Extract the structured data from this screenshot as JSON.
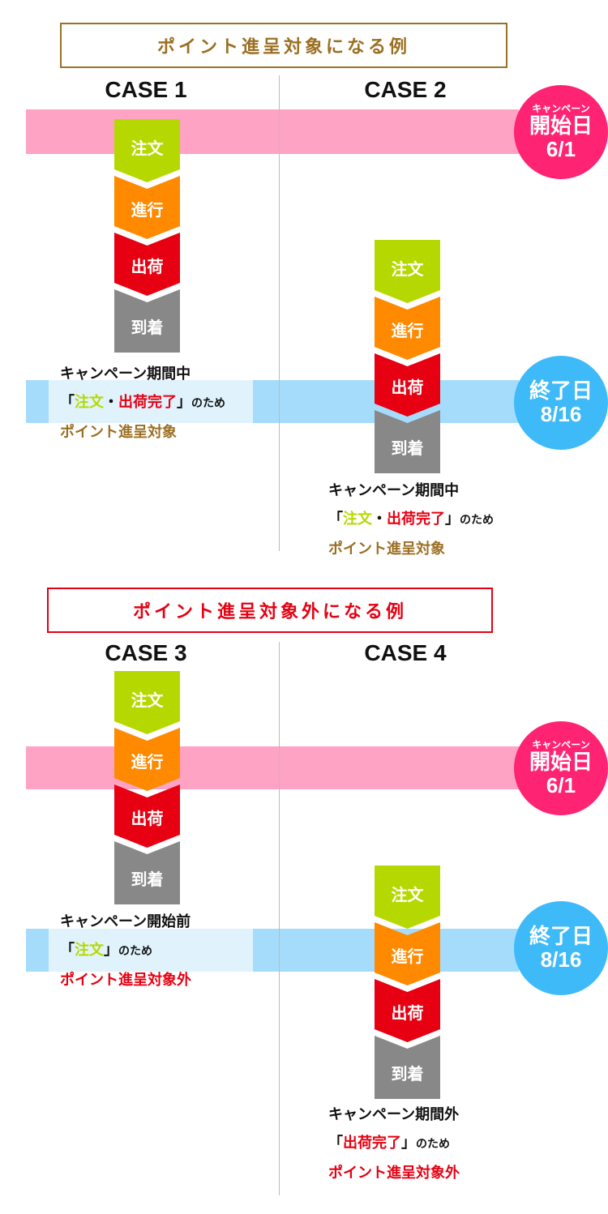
{
  "colors": {
    "order": "#b5d900",
    "progress": "#ff8a00",
    "ship": "#e60012",
    "arrive": "#888888",
    "eligible": "#9b6f22",
    "ineligible": "#e60012",
    "start_circle": "#ff2473",
    "end_circle": "#3fbaf9",
    "start_band": "#fea3c4",
    "end_band": "#a6dcfb"
  },
  "steps": [
    "注文",
    "進行",
    "出荷",
    "到着"
  ],
  "sections": [
    {
      "title": "ポイント進呈対象になる例",
      "cases": [
        {
          "label": "CASE 1",
          "note": {
            "line1": "キャンペーン期間中",
            "open": "「",
            "seg": [
              {
                "text": "注文",
                "c": "order"
              },
              {
                "text": "・",
                "c": "black"
              },
              {
                "text": "出荷完了",
                "c": "ship"
              }
            ],
            "close": "」",
            "tail": "のため",
            "line3": "ポイント進呈対象"
          }
        },
        {
          "label": "CASE 2",
          "note": {
            "line1": "キャンペーン期間中",
            "open": "「",
            "seg": [
              {
                "text": "注文",
                "c": "order"
              },
              {
                "text": "・",
                "c": "black"
              },
              {
                "text": "出荷完了",
                "c": "ship"
              }
            ],
            "close": "」",
            "tail": "のため",
            "line3": "ポイント進呈対象"
          }
        }
      ]
    },
    {
      "title": "ポイント進呈対象外になる例",
      "cases": [
        {
          "label": "CASE 3",
          "note": {
            "line1": "キャンペーン開始前",
            "open": "「",
            "seg": [
              {
                "text": "注文",
                "c": "order"
              }
            ],
            "close": "」",
            "tail": "のため",
            "line3": "ポイント進呈対象外"
          }
        },
        {
          "label": "CASE 4",
          "note": {
            "line1": "キャンペーン期間外",
            "open": "「",
            "seg": [
              {
                "text": "出荷完了",
                "c": "ship"
              }
            ],
            "close": "」",
            "tail": "のため",
            "line3": "ポイント進呈対象外"
          }
        }
      ]
    }
  ],
  "start_marker": {
    "caption": "キャンペーン",
    "label": "開始日",
    "date": "6/1"
  },
  "end_marker": {
    "label": "終了日",
    "date": "8/16"
  }
}
